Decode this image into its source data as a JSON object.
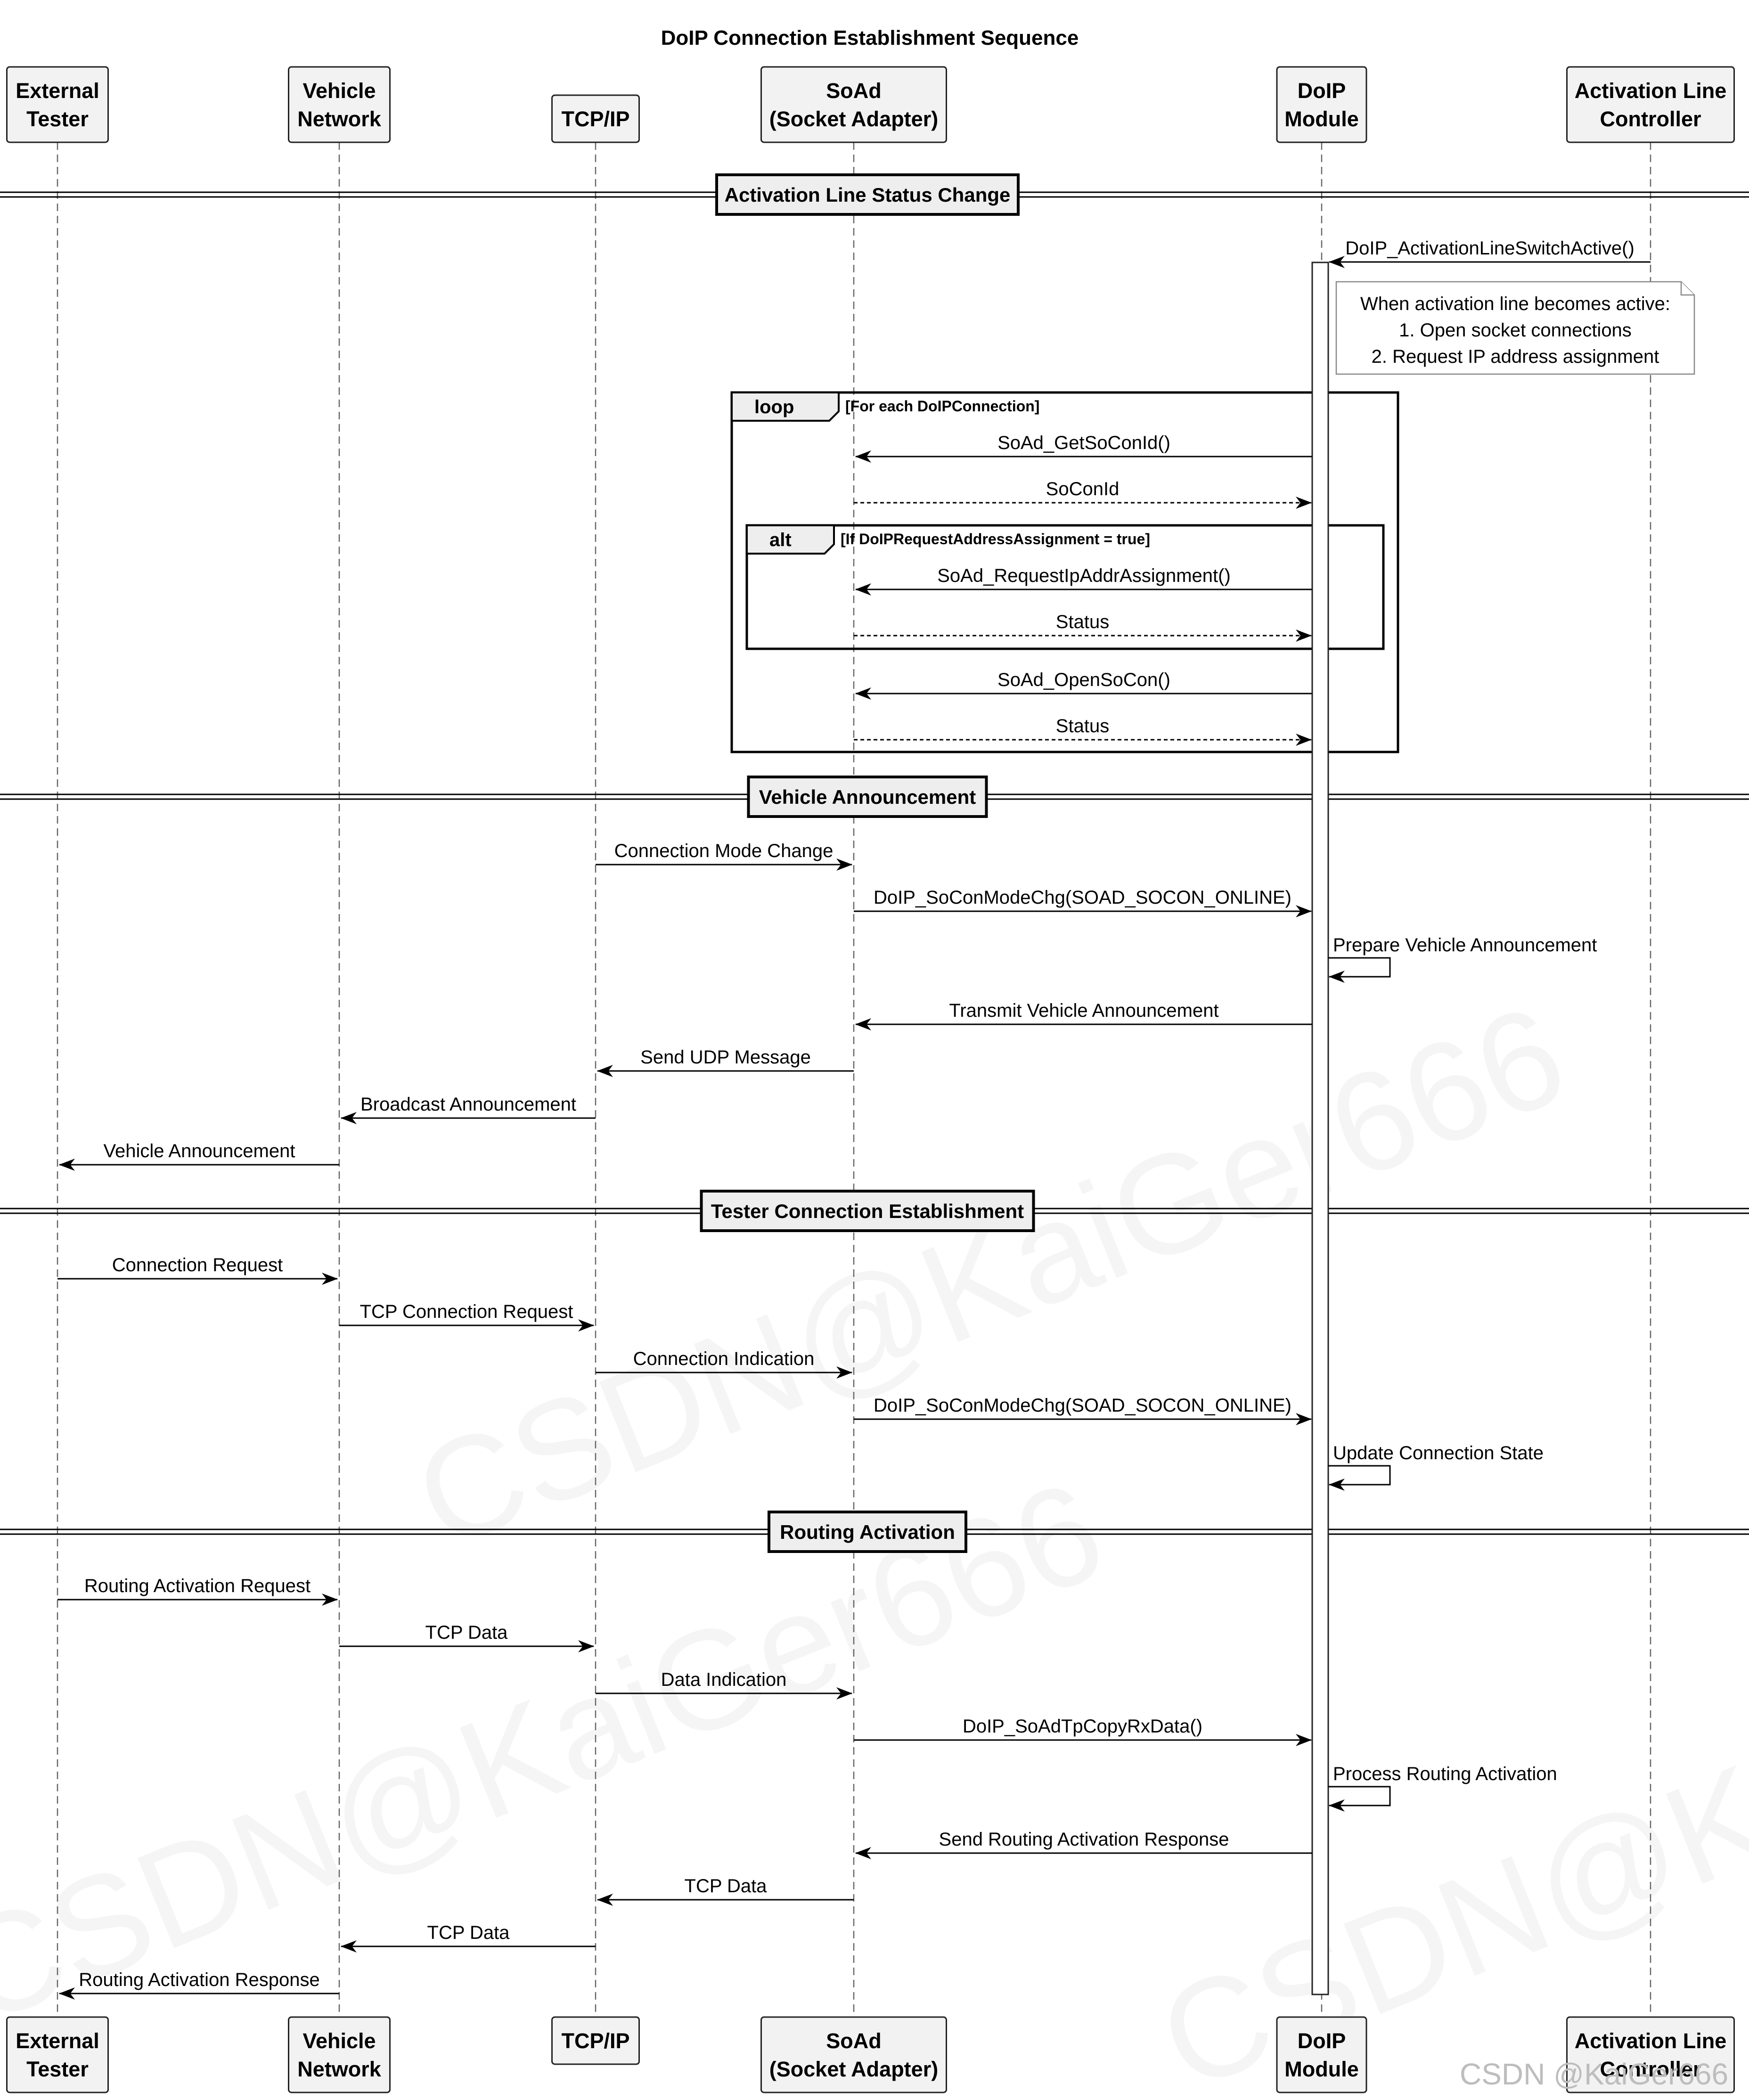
{
  "title": "DoIP Connection Establishment Sequence",
  "participants": [
    {
      "id": "tester",
      "lines": [
        "External",
        "Tester"
      ]
    },
    {
      "id": "vnet",
      "lines": [
        "Vehicle",
        "Network"
      ]
    },
    {
      "id": "tcpip",
      "lines": [
        "TCP/IP"
      ]
    },
    {
      "id": "soad",
      "lines": [
        "SoAd",
        "(Socket Adapter)"
      ]
    },
    {
      "id": "doip",
      "lines": [
        "DoIP",
        "Module"
      ]
    },
    {
      "id": "alc",
      "lines": [
        "Activation Line",
        "Controller"
      ]
    }
  ],
  "dividers": [
    "Activation Line Status Change",
    "Vehicle Announcement",
    "Tester Connection Establishment",
    "Routing Activation"
  ],
  "note": {
    "lines": [
      "When activation line becomes active:",
      "1. Open socket connections",
      "2. Request IP address assignment"
    ]
  },
  "frames": [
    {
      "tag": "loop",
      "guard": "[For each DoIPConnection]"
    },
    {
      "tag": "alt",
      "guard": "[If DoIPRequestAddressAssignment = true]"
    }
  ],
  "messages": [
    {
      "from": "alc",
      "to": "doip",
      "label": "DoIP_ActivationLineSwitchActive()",
      "style": "solid"
    },
    {
      "from": "doip",
      "to": "soad",
      "label": "SoAd_GetSoConId()",
      "style": "solid"
    },
    {
      "from": "soad",
      "to": "doip",
      "label": "SoConId",
      "style": "dashed"
    },
    {
      "from": "doip",
      "to": "soad",
      "label": "SoAd_RequestIpAddrAssignment()",
      "style": "solid"
    },
    {
      "from": "soad",
      "to": "doip",
      "label": "Status",
      "style": "dashed"
    },
    {
      "from": "doip",
      "to": "soad",
      "label": "SoAd_OpenSoCon()",
      "style": "solid"
    },
    {
      "from": "soad",
      "to": "doip",
      "label": "Status",
      "style": "dashed"
    },
    {
      "from": "tcpip",
      "to": "soad",
      "label": "Connection Mode Change",
      "style": "solid"
    },
    {
      "from": "soad",
      "to": "doip",
      "label": "DoIP_SoConModeChg(SOAD_SOCON_ONLINE)",
      "style": "solid"
    },
    {
      "from": "doip",
      "to": "doip",
      "label": "Prepare Vehicle Announcement",
      "style": "self"
    },
    {
      "from": "doip",
      "to": "soad",
      "label": "Transmit Vehicle Announcement",
      "style": "solid"
    },
    {
      "from": "soad",
      "to": "tcpip",
      "label": "Send UDP Message",
      "style": "solid"
    },
    {
      "from": "tcpip",
      "to": "vnet",
      "label": "Broadcast Announcement",
      "style": "solid"
    },
    {
      "from": "vnet",
      "to": "tester",
      "label": "Vehicle Announcement",
      "style": "solid"
    },
    {
      "from": "tester",
      "to": "vnet",
      "label": "Connection Request",
      "style": "solid"
    },
    {
      "from": "vnet",
      "to": "tcpip",
      "label": "TCP Connection Request",
      "style": "solid"
    },
    {
      "from": "tcpip",
      "to": "soad",
      "label": "Connection Indication",
      "style": "solid"
    },
    {
      "from": "soad",
      "to": "doip",
      "label": "DoIP_SoConModeChg(SOAD_SOCON_ONLINE)",
      "style": "solid"
    },
    {
      "from": "doip",
      "to": "doip",
      "label": "Update Connection State",
      "style": "self"
    },
    {
      "from": "tester",
      "to": "vnet",
      "label": "Routing Activation Request",
      "style": "solid"
    },
    {
      "from": "vnet",
      "to": "tcpip",
      "label": "TCP Data",
      "style": "solid"
    },
    {
      "from": "tcpip",
      "to": "soad",
      "label": "Data Indication",
      "style": "solid"
    },
    {
      "from": "soad",
      "to": "doip",
      "label": "DoIP_SoAdTpCopyRxData()",
      "style": "solid"
    },
    {
      "from": "doip",
      "to": "doip",
      "label": "Process Routing Activation",
      "style": "self"
    },
    {
      "from": "doip",
      "to": "soad",
      "label": "Send Routing Activation Response",
      "style": "solid"
    },
    {
      "from": "soad",
      "to": "tcpip",
      "label": "TCP Data",
      "style": "solid"
    },
    {
      "from": "tcpip",
      "to": "vnet",
      "label": "TCP Data",
      "style": "solid"
    },
    {
      "from": "vnet",
      "to": "tester",
      "label": "Routing Activation Response",
      "style": "solid"
    }
  ],
  "watermark": {
    "text": "CSDN@KaiGer666",
    "corner_text": "CSDN @KaiGer666"
  }
}
